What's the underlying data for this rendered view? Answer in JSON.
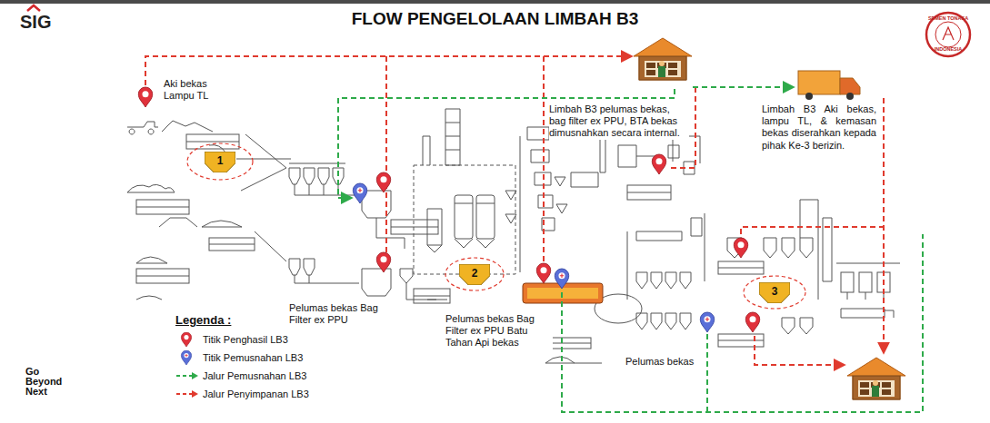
{
  "diagram": {
    "title": "FLOW PENGELOLAAN LIMBAH B3",
    "nodes": [
      {
        "text": [
          "1"
        ]
      },
      {
        "text": [
          "2"
        ]
      },
      {
        "text": [
          "3"
        ]
      }
    ],
    "labels": [
      "SIG",
      "SEMEN TONASA",
      "INDONESIA",
      "Aki bekas Lampu TL",
      "Limbah B3 pelumas bekas, bag filter ex PPU, BTA bekas dimusnahkan secara internal.",
      "Limbah B3 Aki bekas, lampu TL, & kemasan bekas diserahkan kepada pihak Ke-3 berizin.",
      "Pelumas bekas Bag Filter ex PPU",
      "Pelumas bekas Bag Filter ex PPU Batu Tahan Api bekas",
      "Pelumas bekas",
      "Legenda :",
      "Go Beyond Next"
    ],
    "legend": [
      {
        "text": "Titik Penghasil LB3"
      },
      {
        "text": "Titik Pemusnahan LB3"
      },
      {
        "text": "Jalur Pemusnahan LB3"
      },
      {
        "text": "Jalur Penyimpanan LB3"
      }
    ]
  }
}
